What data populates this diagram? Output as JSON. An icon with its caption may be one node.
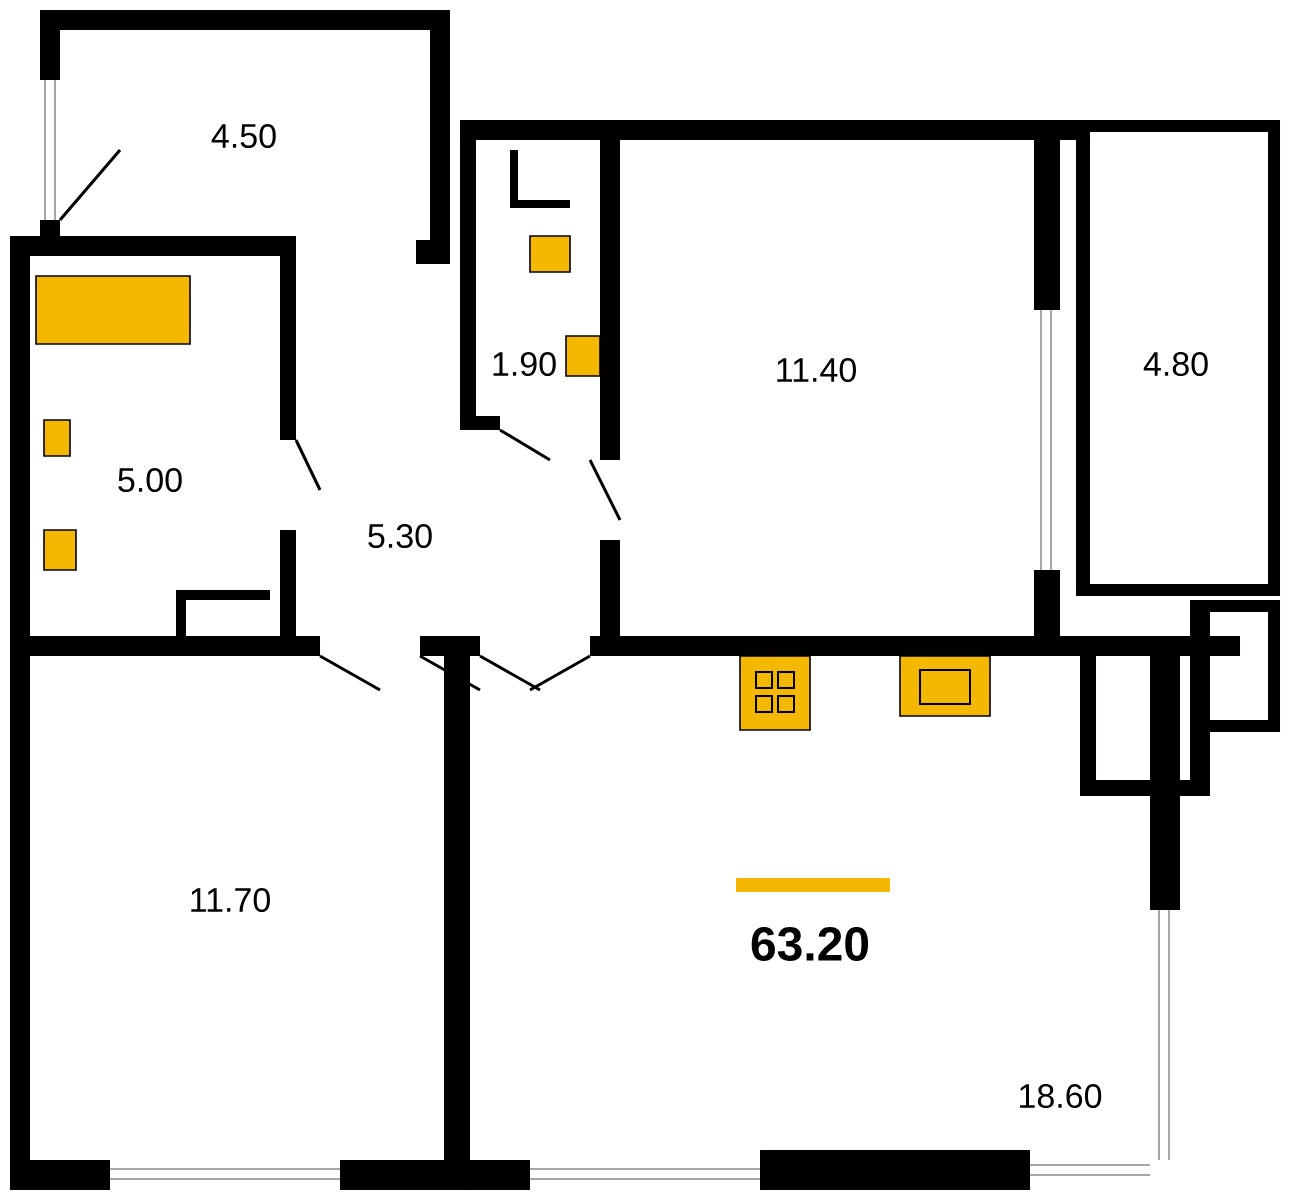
{
  "diagram": {
    "labels": [
      "4.50",
      "1.90",
      "11.40",
      "4.80",
      "5.00",
      "5.30",
      "11.70",
      "63.20",
      "18.60"
    ]
  }
}
